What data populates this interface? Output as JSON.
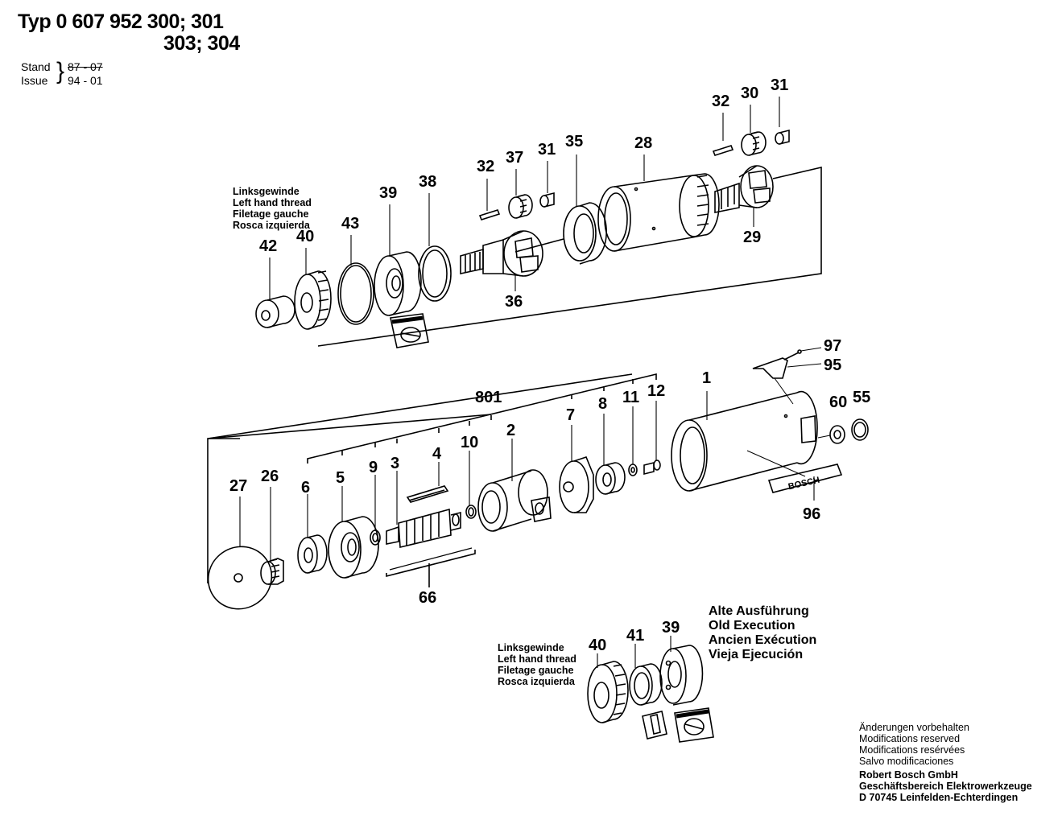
{
  "header": {
    "title_line1": "Typ 0 607 952 300; 301",
    "title_line2": "303; 304",
    "stand_label": "Stand",
    "stand_value": "87 - 07",
    "issue_label": "Issue",
    "issue_value": "94 - 01"
  },
  "notes": {
    "left_thread_top": [
      "Linksgewinde",
      "Left hand thread",
      "Filetage gauche",
      "Rosca izquierda"
    ],
    "left_thread_bottom": [
      "Linksgewinde",
      "Left hand thread",
      "Filetage gauche",
      "Rosca izquierda"
    ],
    "old_execution": [
      "Alte Ausführung",
      "Old Execution",
      "Ancien Exécution",
      "Vieja Ejecución"
    ]
  },
  "footer": {
    "lines": [
      "Änderungen vorbehalten",
      "Modifications reserved",
      "Modifications resérvées",
      "Salvo modificaciones"
    ],
    "company": [
      "Robert Bosch GmbH",
      "Geschäftsbereich Elektrowerkzeuge",
      "D 70745 Leinfelden-Echterdingen"
    ]
  },
  "brand_label": "BOSCH",
  "part_numbers": {
    "p32a": "32",
    "p30": "30",
    "p31a": "31",
    "p32b": "32",
    "p37": "37",
    "p31b": "31",
    "p35": "35",
    "p28": "28",
    "p39a": "39",
    "p38": "38",
    "p43": "43",
    "p42": "42",
    "p40a": "40",
    "p36": "36",
    "p29": "29",
    "p97": "97",
    "p95": "95",
    "p1": "1",
    "p60": "60",
    "p55": "55",
    "p96": "96",
    "p801": "801",
    "p7": "7",
    "p8": "8",
    "p11": "11",
    "p12": "12",
    "p2": "2",
    "p10": "10",
    "p4": "4",
    "p3": "3",
    "p9": "9",
    "p5": "5",
    "p6": "6",
    "p26": "26",
    "p27": "27",
    "p66": "66",
    "p40b": "40",
    "p41": "41",
    "p39b": "39"
  }
}
